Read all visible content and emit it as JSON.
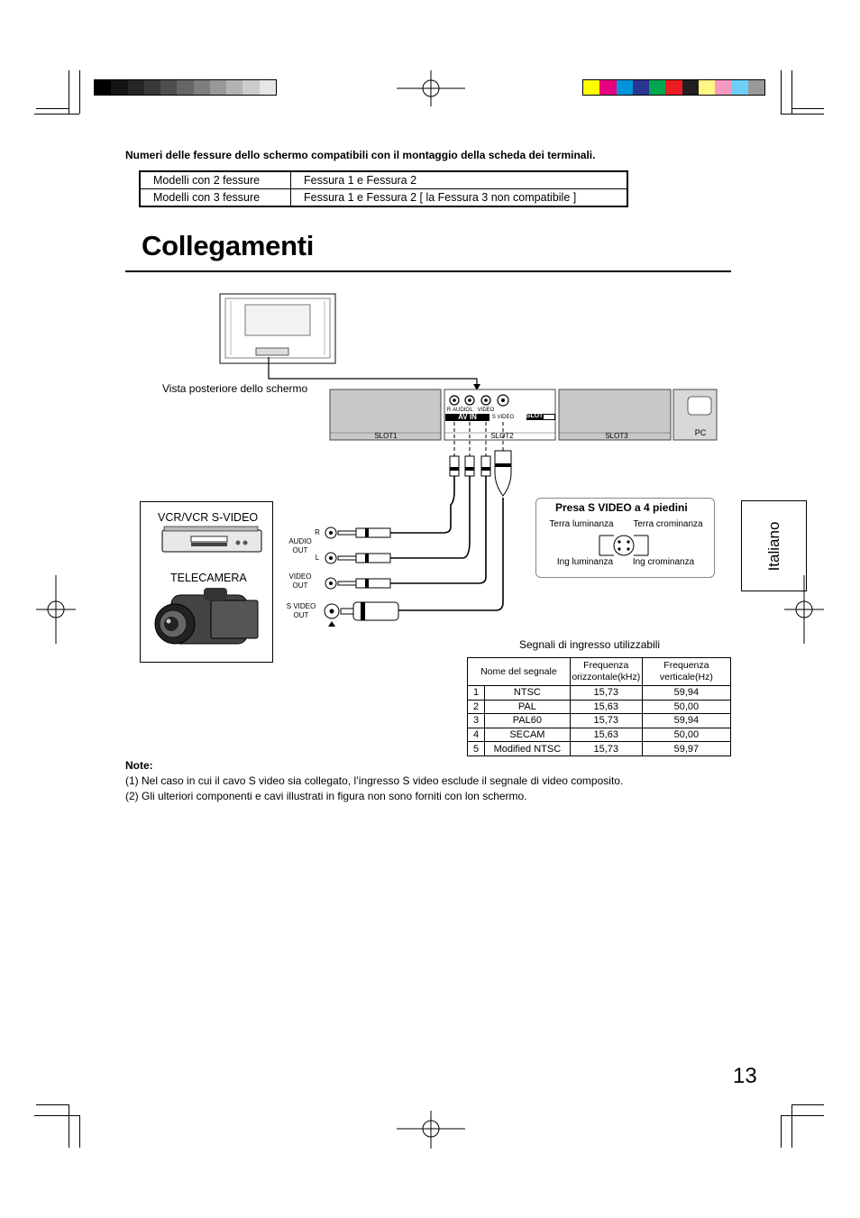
{
  "print_marks": {
    "gray_swatches": [
      "#000000",
      "#141414",
      "#262626",
      "#393939",
      "#4e4e4e",
      "#666666",
      "#7e7e7e",
      "#989898",
      "#b2b2b2",
      "#cccccc",
      "#e6e6e6"
    ],
    "color_swatches": [
      "#ffff00",
      "#e6007e",
      "#0095da",
      "#2b3591",
      "#00a650",
      "#ed1c24",
      "#231f20",
      "#fff685",
      "#f49ac1",
      "#6dcff6",
      "#999999"
    ]
  },
  "heading": "Numeri delle fessure dello schermo compatibili con il montaggio della scheda dei terminali.",
  "slots_table": {
    "rows": [
      {
        "model": "Modelli con 2 fessure",
        "slots": "Fessura 1  e Fessura 2"
      },
      {
        "model": "Modelli con 3 fessure",
        "slots": "Fessura 1  e Fessura 2  [ la Fessura 3 non  compatibile ]"
      }
    ]
  },
  "title": "Collegamenti",
  "language_tab": "Italiano",
  "diagram": {
    "rear_view_label": "Vista posteriore dello schermo",
    "slot1": "SLOT1",
    "slot2": "SLOT2",
    "slot3": "SLOT3",
    "pc": "PC",
    "av_in": "AV IN",
    "slot_badge": "SLOT",
    "panel_r": "R",
    "panel_audio": "AUDIO",
    "panel_l": "L",
    "panel_video": "VIDEO",
    "panel_svideo": "S VIDEO",
    "vcr_label": "VCR/VCR S-VIDEO",
    "camera_label": "TELECAMERA",
    "out_r": "R",
    "out_l": "L",
    "audio_out": "AUDIO\nOUT",
    "video_out": "VIDEO\nOUT",
    "svideo_out": "S VIDEO\nOUT",
    "svideo_box": {
      "title": "Presa S VIDEO a 4 piedini",
      "terra_luminanza": "Terra luminanza",
      "terra_crominanza": "Terra crominanza",
      "ing_luminanza": "Ing luminanza",
      "ing_crominanza": "Ing crominanza"
    }
  },
  "signals": {
    "caption": "Segnali di ingresso utilizzabili",
    "headers": [
      "Nome del segnale",
      "Frequenza orizzontale(kHz)",
      "Frequenza verticale(Hz)"
    ],
    "rows": [
      {
        "n": "1",
        "name": "NTSC",
        "h": "15,73",
        "v": "59,94"
      },
      {
        "n": "2",
        "name": "PAL",
        "h": "15,63",
        "v": "50,00"
      },
      {
        "n": "3",
        "name": "PAL60",
        "h": "15,73",
        "v": "59,94"
      },
      {
        "n": "4",
        "name": "SECAM",
        "h": "15,63",
        "v": "50,00"
      },
      {
        "n": "5",
        "name": "Modified NTSC",
        "h": "15,73",
        "v": "59,97"
      }
    ]
  },
  "notes": {
    "heading": "Note:",
    "items": [
      "(1) Nel caso in cui il cavo S video sia collegato, l’ingresso S video esclude il segnale di video composito.",
      "(2) Gli ulteriori componenti e cavi illustrati in figura non sono forniti con lon schermo."
    ]
  },
  "page_number": "13"
}
